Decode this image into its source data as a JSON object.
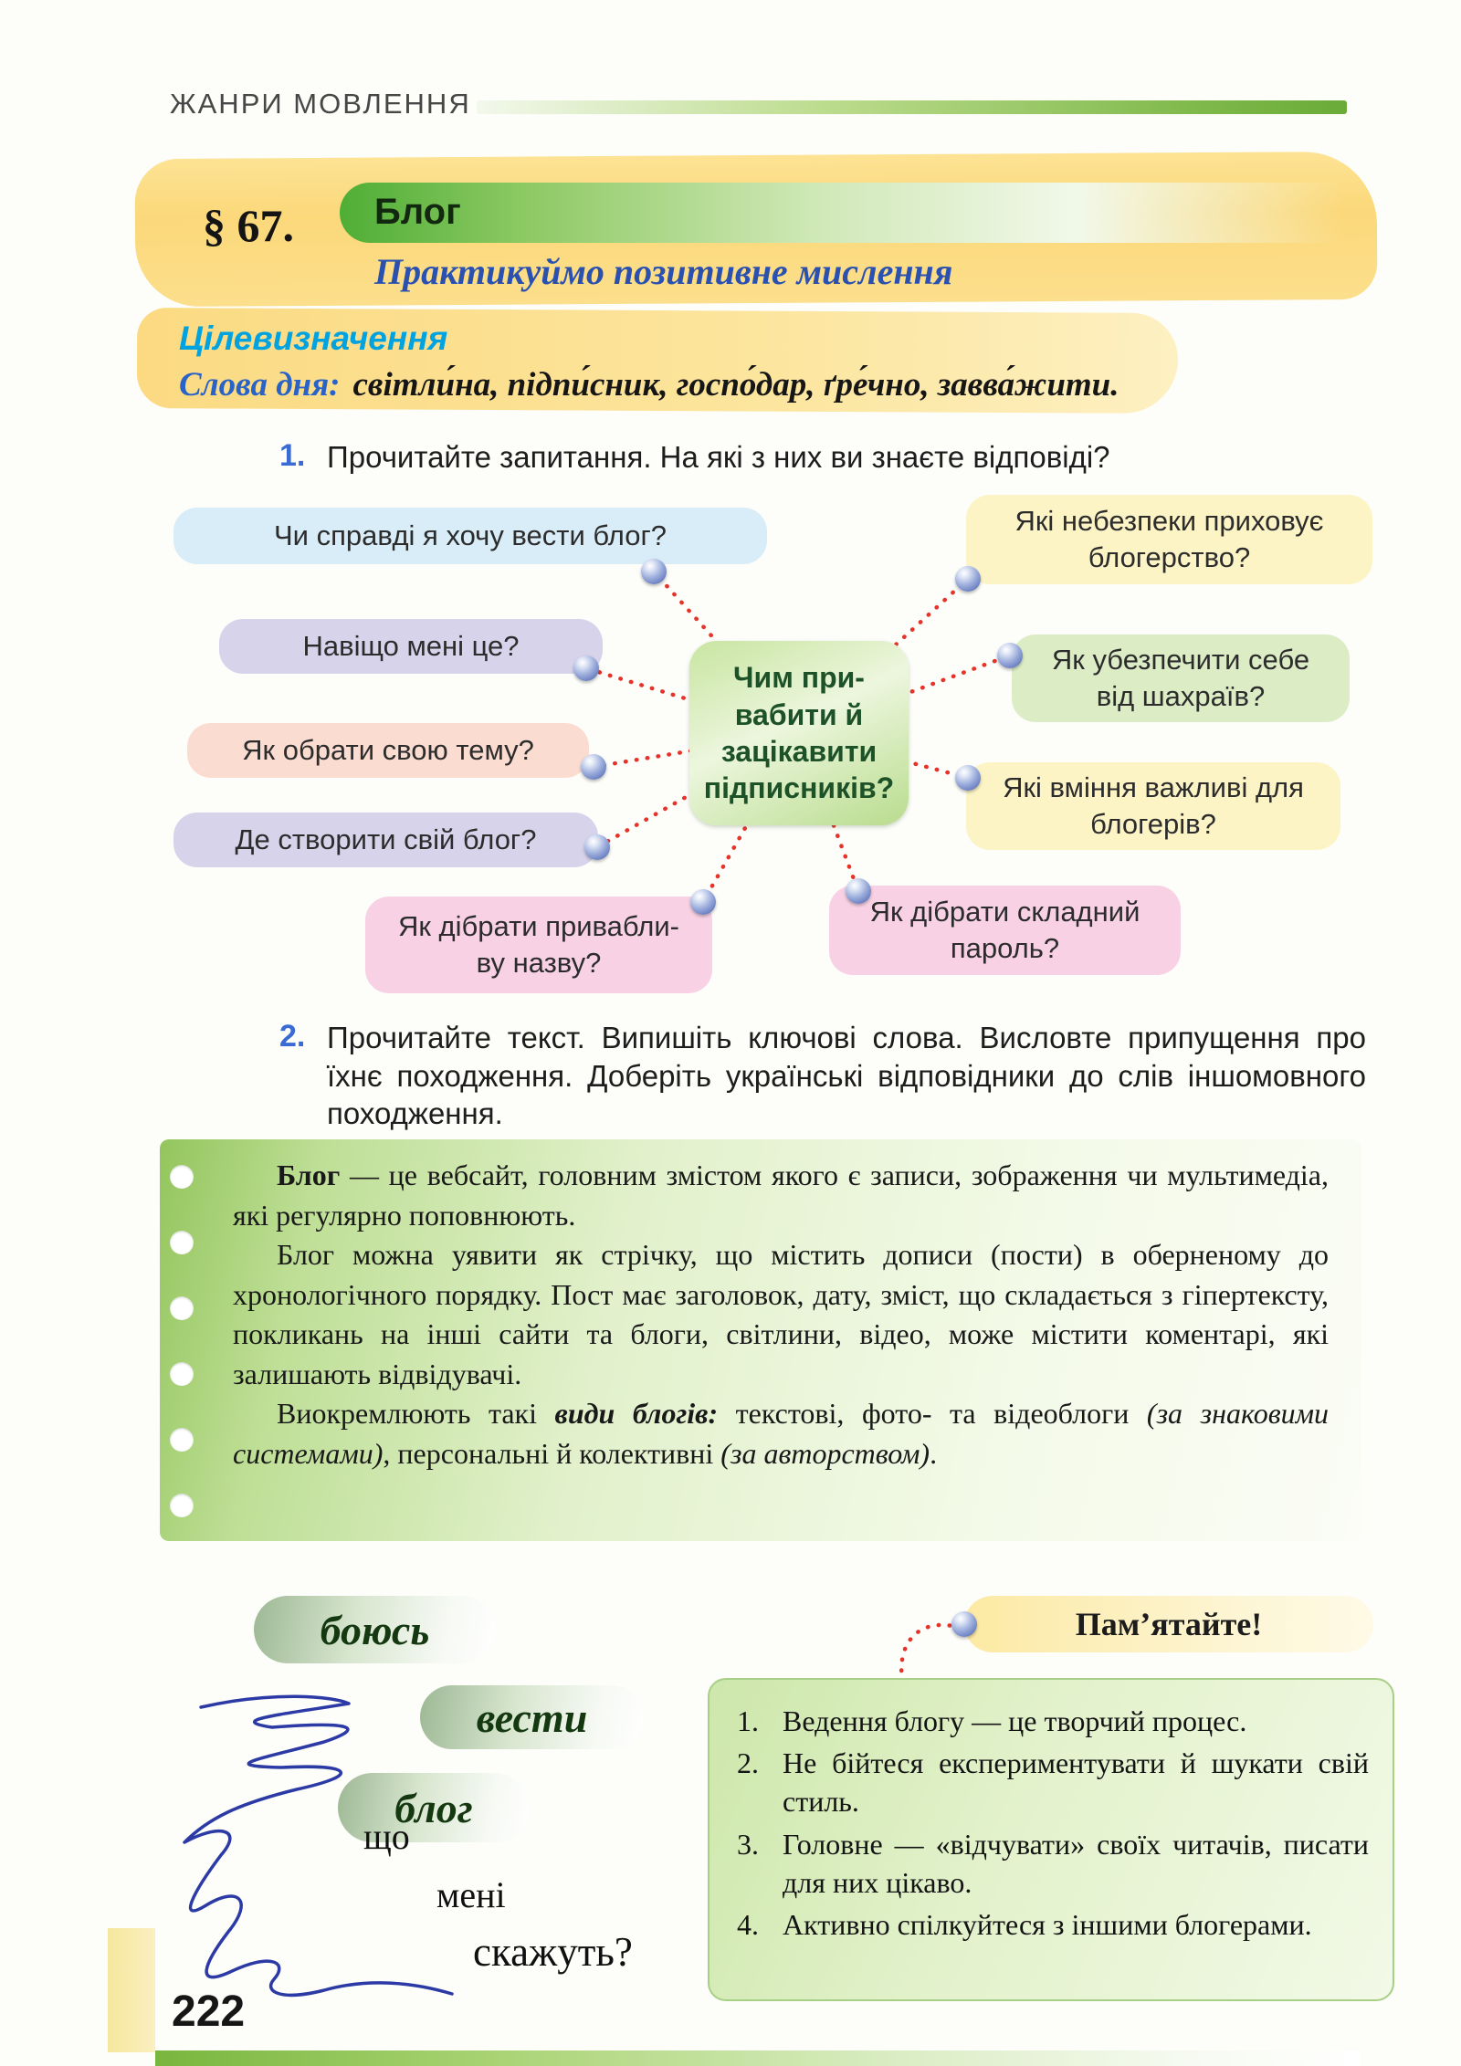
{
  "page": {
    "chapter_header": "ЖАНРИ МОВЛЕННЯ",
    "page_number": "222"
  },
  "lesson": {
    "paragraph_number": "§ 67.",
    "title": "Блог",
    "subtitle": "Практикуймо позитивне мислення",
    "goal_label": "Цілевизначення",
    "words_of_day_label": "Слова дня:",
    "words_of_day": "світли́на, підпи́сник, госпо́дар, ґре́чно, завва́жити."
  },
  "exercise1": {
    "number": "1.",
    "instruction": "Прочитайте запитання. На які з них ви знаєте відповіді?"
  },
  "mindmap": {
    "center": "Чим при-\nвабити й\nзацікавити\nпідписників?",
    "bubbles": [
      {
        "text": "Чи справді я хочу вести блог?"
      },
      {
        "text": "Навіщо мені це?"
      },
      {
        "text": "Як обрати свою тему?"
      },
      {
        "text": "Де створити свій блог?"
      },
      {
        "text": "Як дібрати привабли-\nву назву?"
      },
      {
        "text": "Які небезпеки приховує\nблогерство?"
      },
      {
        "text": "Як убезпечити себе\nвід шахраїв?"
      },
      {
        "text": "Які вміння важливі для\nблогерів?"
      },
      {
        "text": "Як дібрати складний\nпароль?"
      }
    ]
  },
  "exercise2": {
    "number": "2.",
    "instruction": "Прочитайте текст. Випишіть ключові слова. Висловте припущення про їхнє походження. Доберіть українські відповідники до слів іншомовного походження."
  },
  "reading": {
    "p1": [
      {
        "style": "b",
        "text": "Блог"
      },
      {
        "text": " — це вебсайт, головним змістом якого є записи, зображення чи мультимедіа, які регулярно поповнюють."
      }
    ],
    "p2": [
      {
        "text": "Блог можна уявити як стрічку, що містить дописи (пости) в оберненому до хронологічного порядку. Пост має заголовок, дату, зміст, що складається з гіпертексту, покликань на інші сайти та блоги, світлини, відео, може містити коментарі, які залишають відвідувачі."
      }
    ],
    "p3": [
      {
        "text": "Виокремлюють такі "
      },
      {
        "style": "bi",
        "text": "види блогів:"
      },
      {
        "text": " текстові, фото- та відеоблоги "
      },
      {
        "style": "i",
        "text": "(за знаковими системами)"
      },
      {
        "text": ", персональні й колективні "
      },
      {
        "style": "i",
        "text": "(за авторством)"
      },
      {
        "text": "."
      }
    ]
  },
  "doodle": {
    "word1": "боюсь",
    "word2": "вести",
    "word3": "блог",
    "word4": "що",
    "word5": "мені",
    "word6": "скажуть?"
  },
  "remember": {
    "title": "Пам’ятайте!",
    "items": [
      {
        "num": "1.",
        "text": "Ведення блогу — це творчий процес."
      },
      {
        "num": "2.",
        "text": "Не бійтеся експериментувати й шукати свій стиль."
      },
      {
        "num": "3.",
        "text": "Головне — «відчувати» своїх читачів, писати для них цікаво."
      },
      {
        "num": "4.",
        "text": "Активно спілкуйтеся з іншими блогерами."
      }
    ]
  },
  "colors": {
    "accent_green": "#6fae3a",
    "highlight_yellow": "#fbd87a",
    "heading_blue": "#2a51b0",
    "goal_cyan": "#00a3e0",
    "connector_red": "#e63329",
    "pen_blue": "#2b3aa5"
  }
}
